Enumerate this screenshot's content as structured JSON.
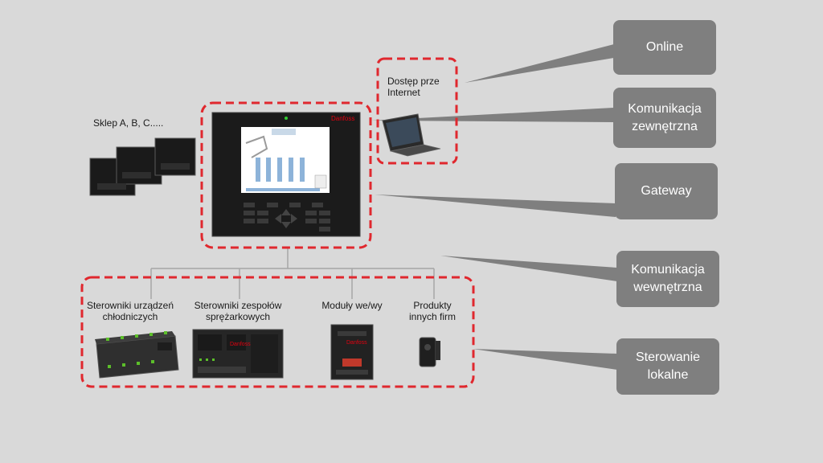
{
  "labels": {
    "shops": "Sklep A, B, C.....",
    "internet": "Dostęp prze\nInternet",
    "case_controllers": "Sterowniki urządzeń\nchłodniczych",
    "pack_controllers": "Sterowniki zespołów\nsprężarkowych",
    "io_modules": "Moduły we/wy",
    "third_party": "Produkty\ninnych firm"
  },
  "callouts": {
    "online": "Online",
    "external": "Komunikacja\nzewnętrzna",
    "gateway": "Gateway",
    "internal": "Komunikacja\nwewnętrzna",
    "local": "Sterowanie\nlokalne"
  },
  "colors": {
    "background": "#d9d9d9",
    "callout": "#7f7f7f",
    "dashed_border": "#e0282e",
    "connector": "#a6a6a6",
    "brand_logo": "#e2000f"
  }
}
